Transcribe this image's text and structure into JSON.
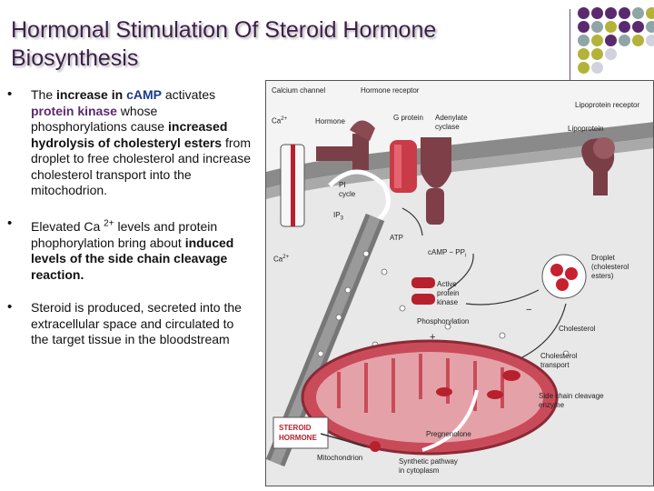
{
  "title": "Hormonal Stimulation Of Steroid Hormone Biosynthesis",
  "bullets": [
    {
      "parts": [
        {
          "t": "The ",
          "s": ""
        },
        {
          "t": "increase in ",
          "s": "b"
        },
        {
          "t": "cAMP",
          "s": "blue"
        },
        {
          "t": " activates ",
          "s": ""
        },
        {
          "t": "protein kinase",
          "s": "purple"
        },
        {
          "t": " whose phosphorylations cause ",
          "s": ""
        },
        {
          "t": "increased hydrolysis of cholesteryl esters",
          "s": "b"
        },
        {
          "t": " from droplet to free cholesterol and increase cholesterol transport into the mitochodrion.",
          "s": ""
        }
      ]
    },
    {
      "parts": [
        {
          "t": "Elevated Ca ",
          "s": ""
        },
        {
          "t": "2+",
          "s": "sup"
        },
        {
          "t": " levels and protein phophorylation bring about ",
          "s": ""
        },
        {
          "t": "induced levels of the side chain cleavage reaction.",
          "s": "b"
        }
      ]
    },
    {
      "parts": [
        {
          "t": "Steroid is produced, secreted into the extracellular space and circulated to the target tissue in the bloodstream",
          "s": ""
        }
      ]
    }
  ],
  "diagram_labels": {
    "calcium_channel": "Calcium channel",
    "hormone_receptor": "Hormone receptor",
    "ca2_top": "Ca",
    "ca2_top_sup": "2+",
    "hormone": "Hormone",
    "g_protein": "G protein",
    "adenylate": "Adenylate",
    "cyclase": "cyclase",
    "lipoprotein_receptor": "Lipoprotein receptor",
    "lipoprotein": "Lipoprotein",
    "pi": "PI",
    "cycle": "cycle",
    "ip3": "IP",
    "ip3_sub": "3",
    "atp": "ATP",
    "camp_ppi": "cAMP − PP",
    "camp_ppi_sub": "i",
    "ca2_mid": "Ca",
    "ca2_mid_sup": "2+",
    "active": "Active",
    "protein": "protein",
    "kinase": "kinase",
    "droplet": "Droplet",
    "cholesterol_esters_1": "(cholesterol",
    "cholesterol_esters_2": "esters)",
    "phosphorylation": "Phosphorylation",
    "cholesterol": "Cholesterol",
    "cholesterol_transport_1": "Cholesterol",
    "cholesterol_transport_2": "transport",
    "side_chain_1": "Side chain cleavage",
    "side_chain_2": "enzyme",
    "steroid_hormone_1": "STEROID",
    "steroid_hormone_2": "HORMONE",
    "pregnenolone": "Pregnenolone",
    "mitochondrion": "Mitochondrion",
    "synthetic_1": "Synthetic pathway",
    "synthetic_2": "in cytoplasm",
    "plus": "+",
    "minus": "−"
  },
  "colors": {
    "title": "#3d1f4a",
    "accent_purple": "#5b2a6e",
    "accent_gray": "#8fa5a6",
    "accent_olive": "#b3b33a",
    "accent_light": "#d2d2de",
    "membrane_purple": "#6b3947",
    "mito_red": "#cf4f5c"
  },
  "corner_dots": [
    [
      "purple",
      "purple",
      "purple",
      "purple",
      "gray",
      "olive"
    ],
    [
      "purple",
      "gray",
      "olive",
      "purple",
      "purple",
      "gray"
    ],
    [
      "gray",
      "olive",
      "purple",
      "gray",
      "olive",
      "light"
    ],
    [
      "olive",
      "olive",
      "light",
      "",
      "",
      ""
    ],
    [
      "olive",
      "light",
      "",
      "",
      "",
      ""
    ]
  ]
}
